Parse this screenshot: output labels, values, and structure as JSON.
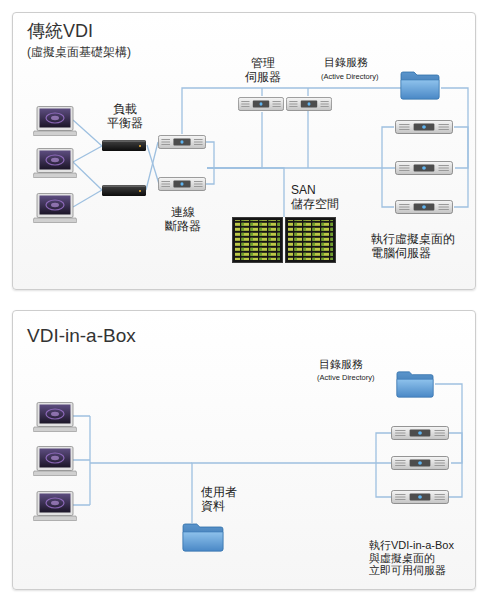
{
  "diagram": {
    "nodes": [
      {
        "text": [
          "傳統VDI",
          "(虛擬桌面基礎架構)"
        ]
      },
      {
        "text": [
          "管理 伺服器"
        ],
        "in": 0
      },
      {
        "text": [
          "目錄服務",
          "(Active Directory)"
        ],
        "in": 0
      },
      {
        "text": [
          "負載 平衡器"
        ],
        "in": 0
      },
      {
        "text": [
          "連線 斷路器"
        ],
        "in": 0
      },
      {
        "text": [
          "SAN 儲存空間"
        ],
        "in": 0
      },
      {
        "text": [
          "執行虛擬桌面的 電腦伺服器"
        ],
        "in": 0
      },
      {
        "text": [
          "VDI-in-a-Box"
        ]
      },
      {
        "text": [
          "目錄服務",
          "(Active Directory)"
        ],
        "in": 7
      },
      {
        "text": [
          "使用者 資料"
        ],
        "in": 7
      },
      {
        "text": [
          "執行VDI-in-a-Box 與虛擬桌面的 立即可用伺服器"
        ],
        "in": 7
      }
    ],
    "edges": [
      {
        "from": 3,
        "to": 4,
        "arrow": "none"
      },
      {
        "from": 4,
        "to": 1,
        "arrow": "none"
      },
      {
        "from": 4,
        "to": 5,
        "arrow": "none"
      },
      {
        "from": 4,
        "to": 6,
        "arrow": "none"
      },
      {
        "from": 4,
        "to": 2,
        "arrow": "none"
      },
      {
        "from": 2,
        "to": 6,
        "arrow": "none"
      },
      {
        "from": 10,
        "to": 9,
        "arrow": "none"
      },
      {
        "from": 8,
        "to": 10,
        "arrow": "none"
      }
    ]
  }
}
